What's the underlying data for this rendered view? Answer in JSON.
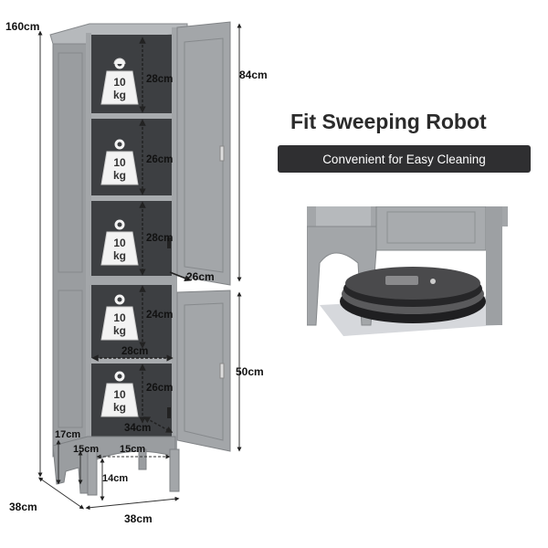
{
  "dimensions": {
    "total_height": "160cm",
    "top_section_height": "84cm",
    "bottom_section_height": "50cm",
    "depth": "38cm",
    "width": "38cm",
    "shelf_heights": [
      "28cm",
      "26cm",
      "28cm",
      "24cm",
      "26cm"
    ],
    "inner_depth_top": "26cm",
    "inner_width": "28cm",
    "inner_depth_bottom": "34cm",
    "leg_height_outer": "17cm",
    "leg_height_inner": "15cm",
    "leg_gap": "15cm",
    "floor_clearance": "14cm"
  },
  "weight_badge": {
    "line1": "10",
    "line2": "kg"
  },
  "feature": {
    "title": "Fit Sweeping Robot",
    "subtitle": "Convenient for Easy Cleaning"
  },
  "colors": {
    "cabinet": "#a3a6a9",
    "cabinet_dark": "#8e9194",
    "interior": "#3d3f42",
    "banner": "#2f2f31",
    "floor_mat": "#d6d8dc"
  }
}
